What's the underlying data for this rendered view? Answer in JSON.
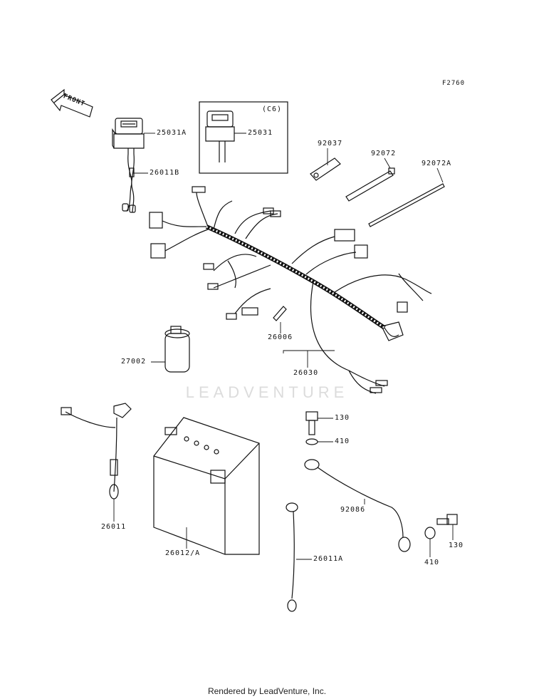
{
  "figure_code": "F2760",
  "front_label": "FRONT",
  "variant_label": "(C6)",
  "watermark": "LEADVENTURE",
  "footer": "Rendered by LeadVenture, Inc.",
  "parts": {
    "p25031A": "25031A",
    "p26011B": "26011B",
    "p25031": "25031",
    "p92037": "92037",
    "p92072": "92072",
    "p92072A": "92072A",
    "p26006": "26006",
    "p26030": "26030",
    "p27002": "27002",
    "p130a": "130",
    "p410a": "410",
    "p92086": "92086",
    "p26011": "26011",
    "p26012A": "26012/A",
    "p26011A": "26011A",
    "p130b": "130",
    "p410b": "410"
  }
}
